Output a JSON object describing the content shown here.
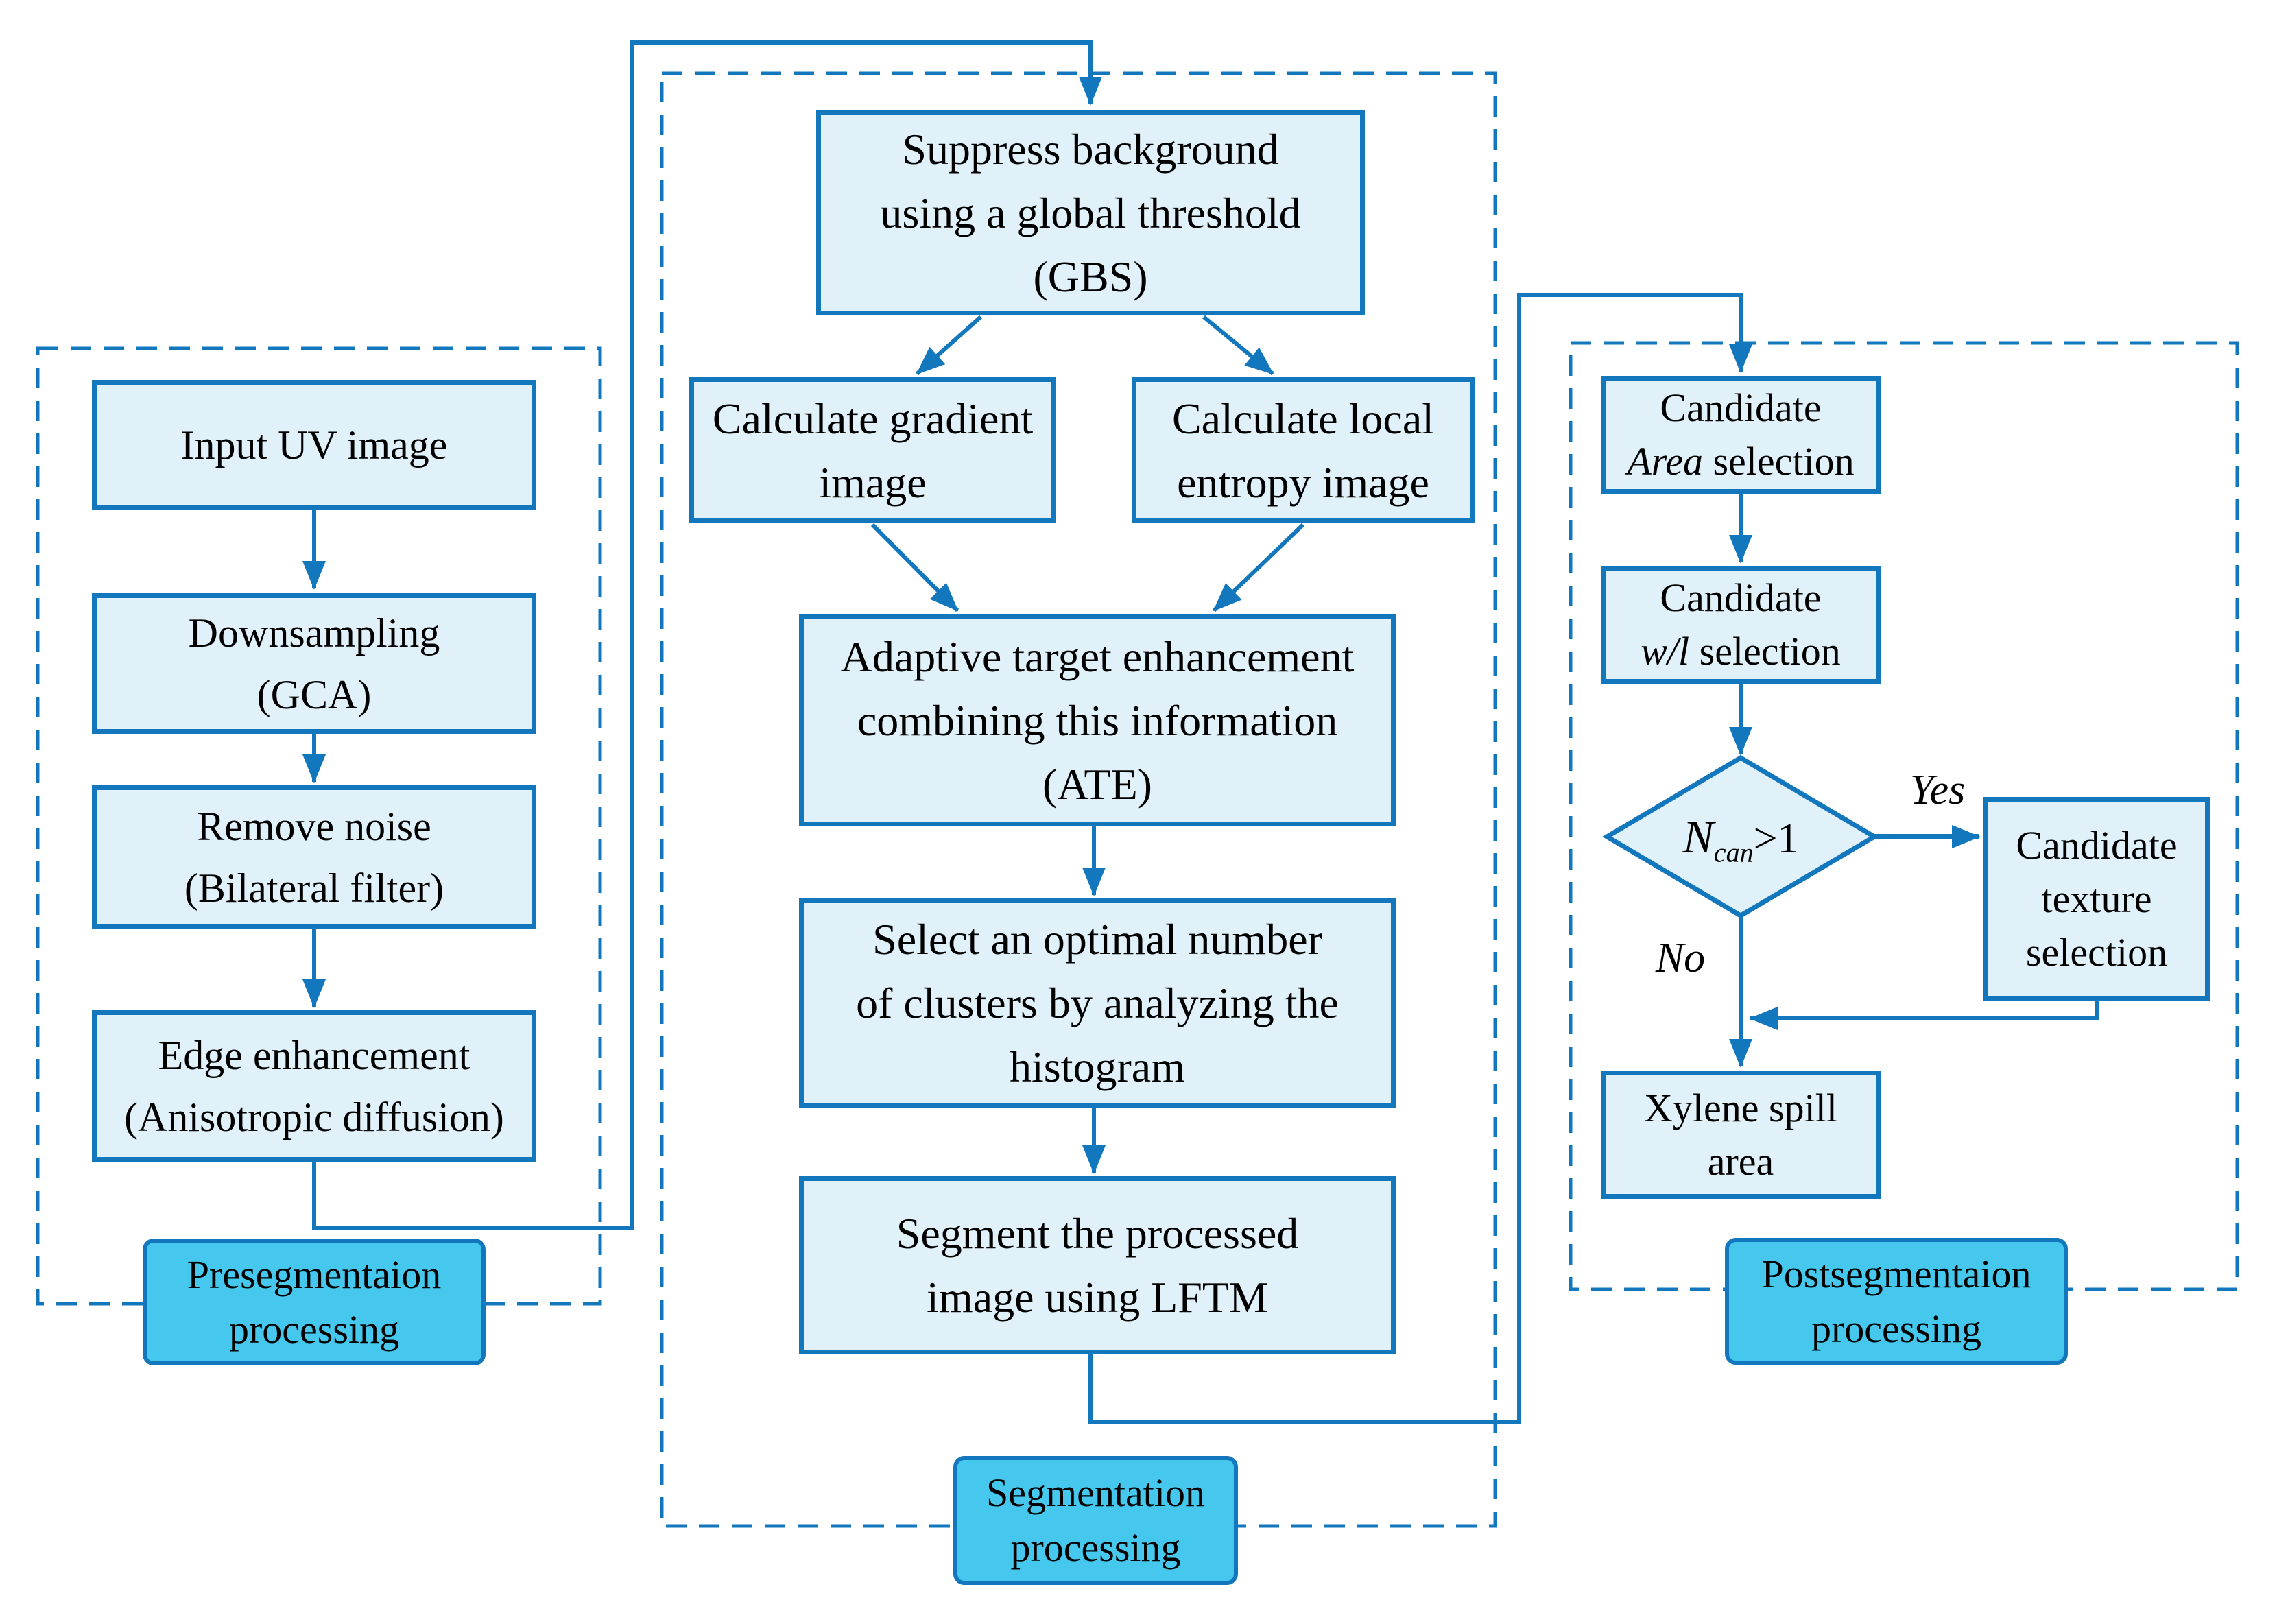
{
  "colors": {
    "line_blue": "#1377bd",
    "box_fill": "#e1f1fa",
    "badge_fill": "#46c8ee",
    "text": "#000000",
    "background": "#ffffff"
  },
  "presegmentation": {
    "label": "Presegmentaion\nprocessing",
    "boxes": {
      "input": "Input UV image",
      "downsampling": "Downsampling\n(GCA)",
      "remove_noise": "Remove noise\n(Bilateral filter)",
      "edge_enhancement": "Edge enhancement\n(Anisotropic diffusion)"
    }
  },
  "segmentation": {
    "label": "Segmentation\nprocessing",
    "boxes": {
      "gbs": "Suppress background\nusing a global threshold\n(GBS)",
      "gradient": "Calculate gradient\nimage",
      "entropy": "Calculate local\nentropy image",
      "ate": "Adaptive target enhancement\ncombining this information\n(ATE)",
      "select_clusters": "Select an optimal number\nof clusters by analyzing the\nhistogram",
      "lftm": "Segment the processed\nimage using LFTM"
    }
  },
  "postsegmentation": {
    "label": "Postsegmentaion\nprocessing",
    "boxes": {
      "area": {
        "line1": "Candidate",
        "italic": "Area",
        "rest": " selection"
      },
      "wl": {
        "line1": "Candidate",
        "italic": "w/l",
        "rest": " selection"
      },
      "texture": "Candidate\ntexture\nselection",
      "xylene": "Xylene spill\narea"
    },
    "decision": {
      "symbol": "N",
      "subscript": "can",
      "condition": ">1",
      "yes": "Yes",
      "no": "No"
    }
  }
}
